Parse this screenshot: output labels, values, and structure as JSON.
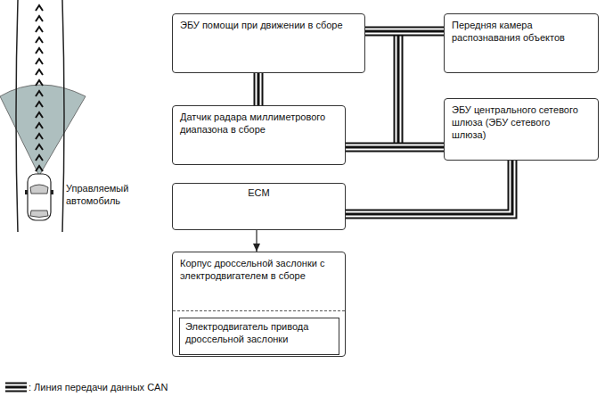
{
  "diagram": {
    "nodes": [
      {
        "text": [
          "ЭБУ помощи при движении в сборе"
        ]
      },
      {
        "text": [
          "Передняя камера распознавания объектов"
        ]
      },
      {
        "text": [
          "Датчик радара миллиметрового диапазона в сборе"
        ]
      },
      {
        "text": [
          "ЭБУ центрального сетевого шлюза (ЭБУ сетевого шлюза)"
        ]
      },
      {
        "text": [
          "ECM"
        ]
      },
      {
        "text": [
          "Корпус дроссельной заслонки с электродвигателем в сборе"
        ]
      },
      {
        "text": [
          "Электродвигатель привода дроссельной заслонки"
        ],
        "in": 5
      }
    ],
    "edges": [
      {
        "from": 0,
        "to": 1,
        "arrow": "none"
      },
      {
        "from": 0,
        "to": 2,
        "arrow": "none"
      },
      {
        "from": 2,
        "to": 3,
        "arrow": "none"
      },
      {
        "from": 3,
        "to": 4,
        "arrow": "none"
      },
      {
        "from": 4,
        "to": 5,
        "arrow": "to"
      }
    ],
    "labels": [
      "Управляемый автомобиль"
    ],
    "legend": [
      {
        "text": ": Линия передачи данных CAN"
      }
    ]
  }
}
